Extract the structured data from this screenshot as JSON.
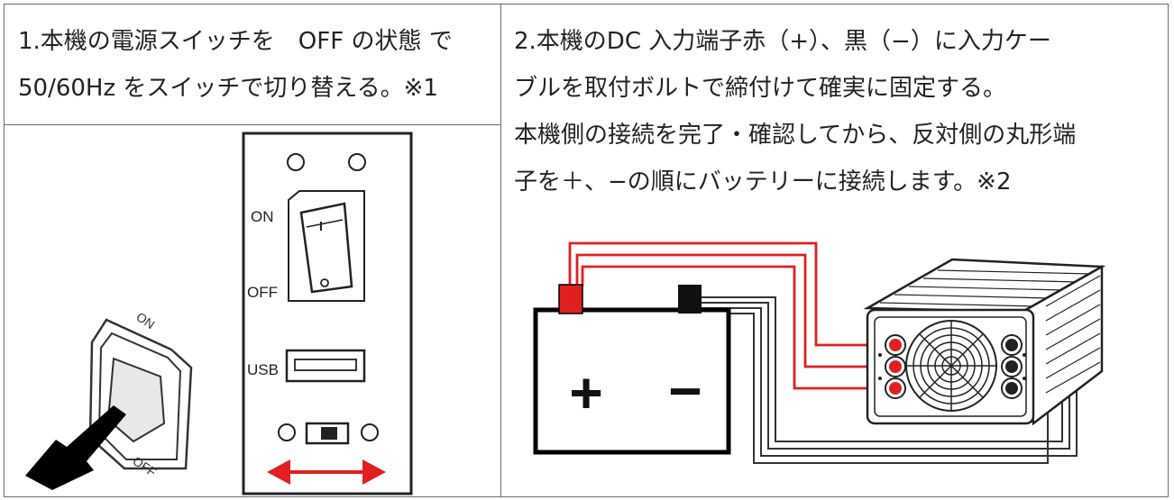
{
  "left_panel": {
    "instruction_line1": "1.本機の電源スイッチを　OFF の状態 で",
    "instruction_line2": "50/60Hz をスイッチで切り替える。※1",
    "rocker_label_on": "ON",
    "rocker_label_off": "OFF",
    "panel_label_on": "ON",
    "panel_label_off": "OFF",
    "panel_label_usb": "USB"
  },
  "right_panel": {
    "instruction_line1": "2.本機のDC 入力端子赤（+）、黒（−）に入力ケー",
    "instruction_line2": "ブルを取付ボルトで締付けて確実に固定する。",
    "instruction_line3": "本機側の接続を完了・確認してから、反対側の丸形端",
    "instruction_line4": "子を＋、−の順にバッテリーに接続します。※2",
    "battery_plus": "+",
    "battery_minus": "−"
  },
  "colors": {
    "cable_red": "#e02020",
    "cable_black": "#222222",
    "arrow_red": "#e02020",
    "border": "#6b6b6b"
  }
}
